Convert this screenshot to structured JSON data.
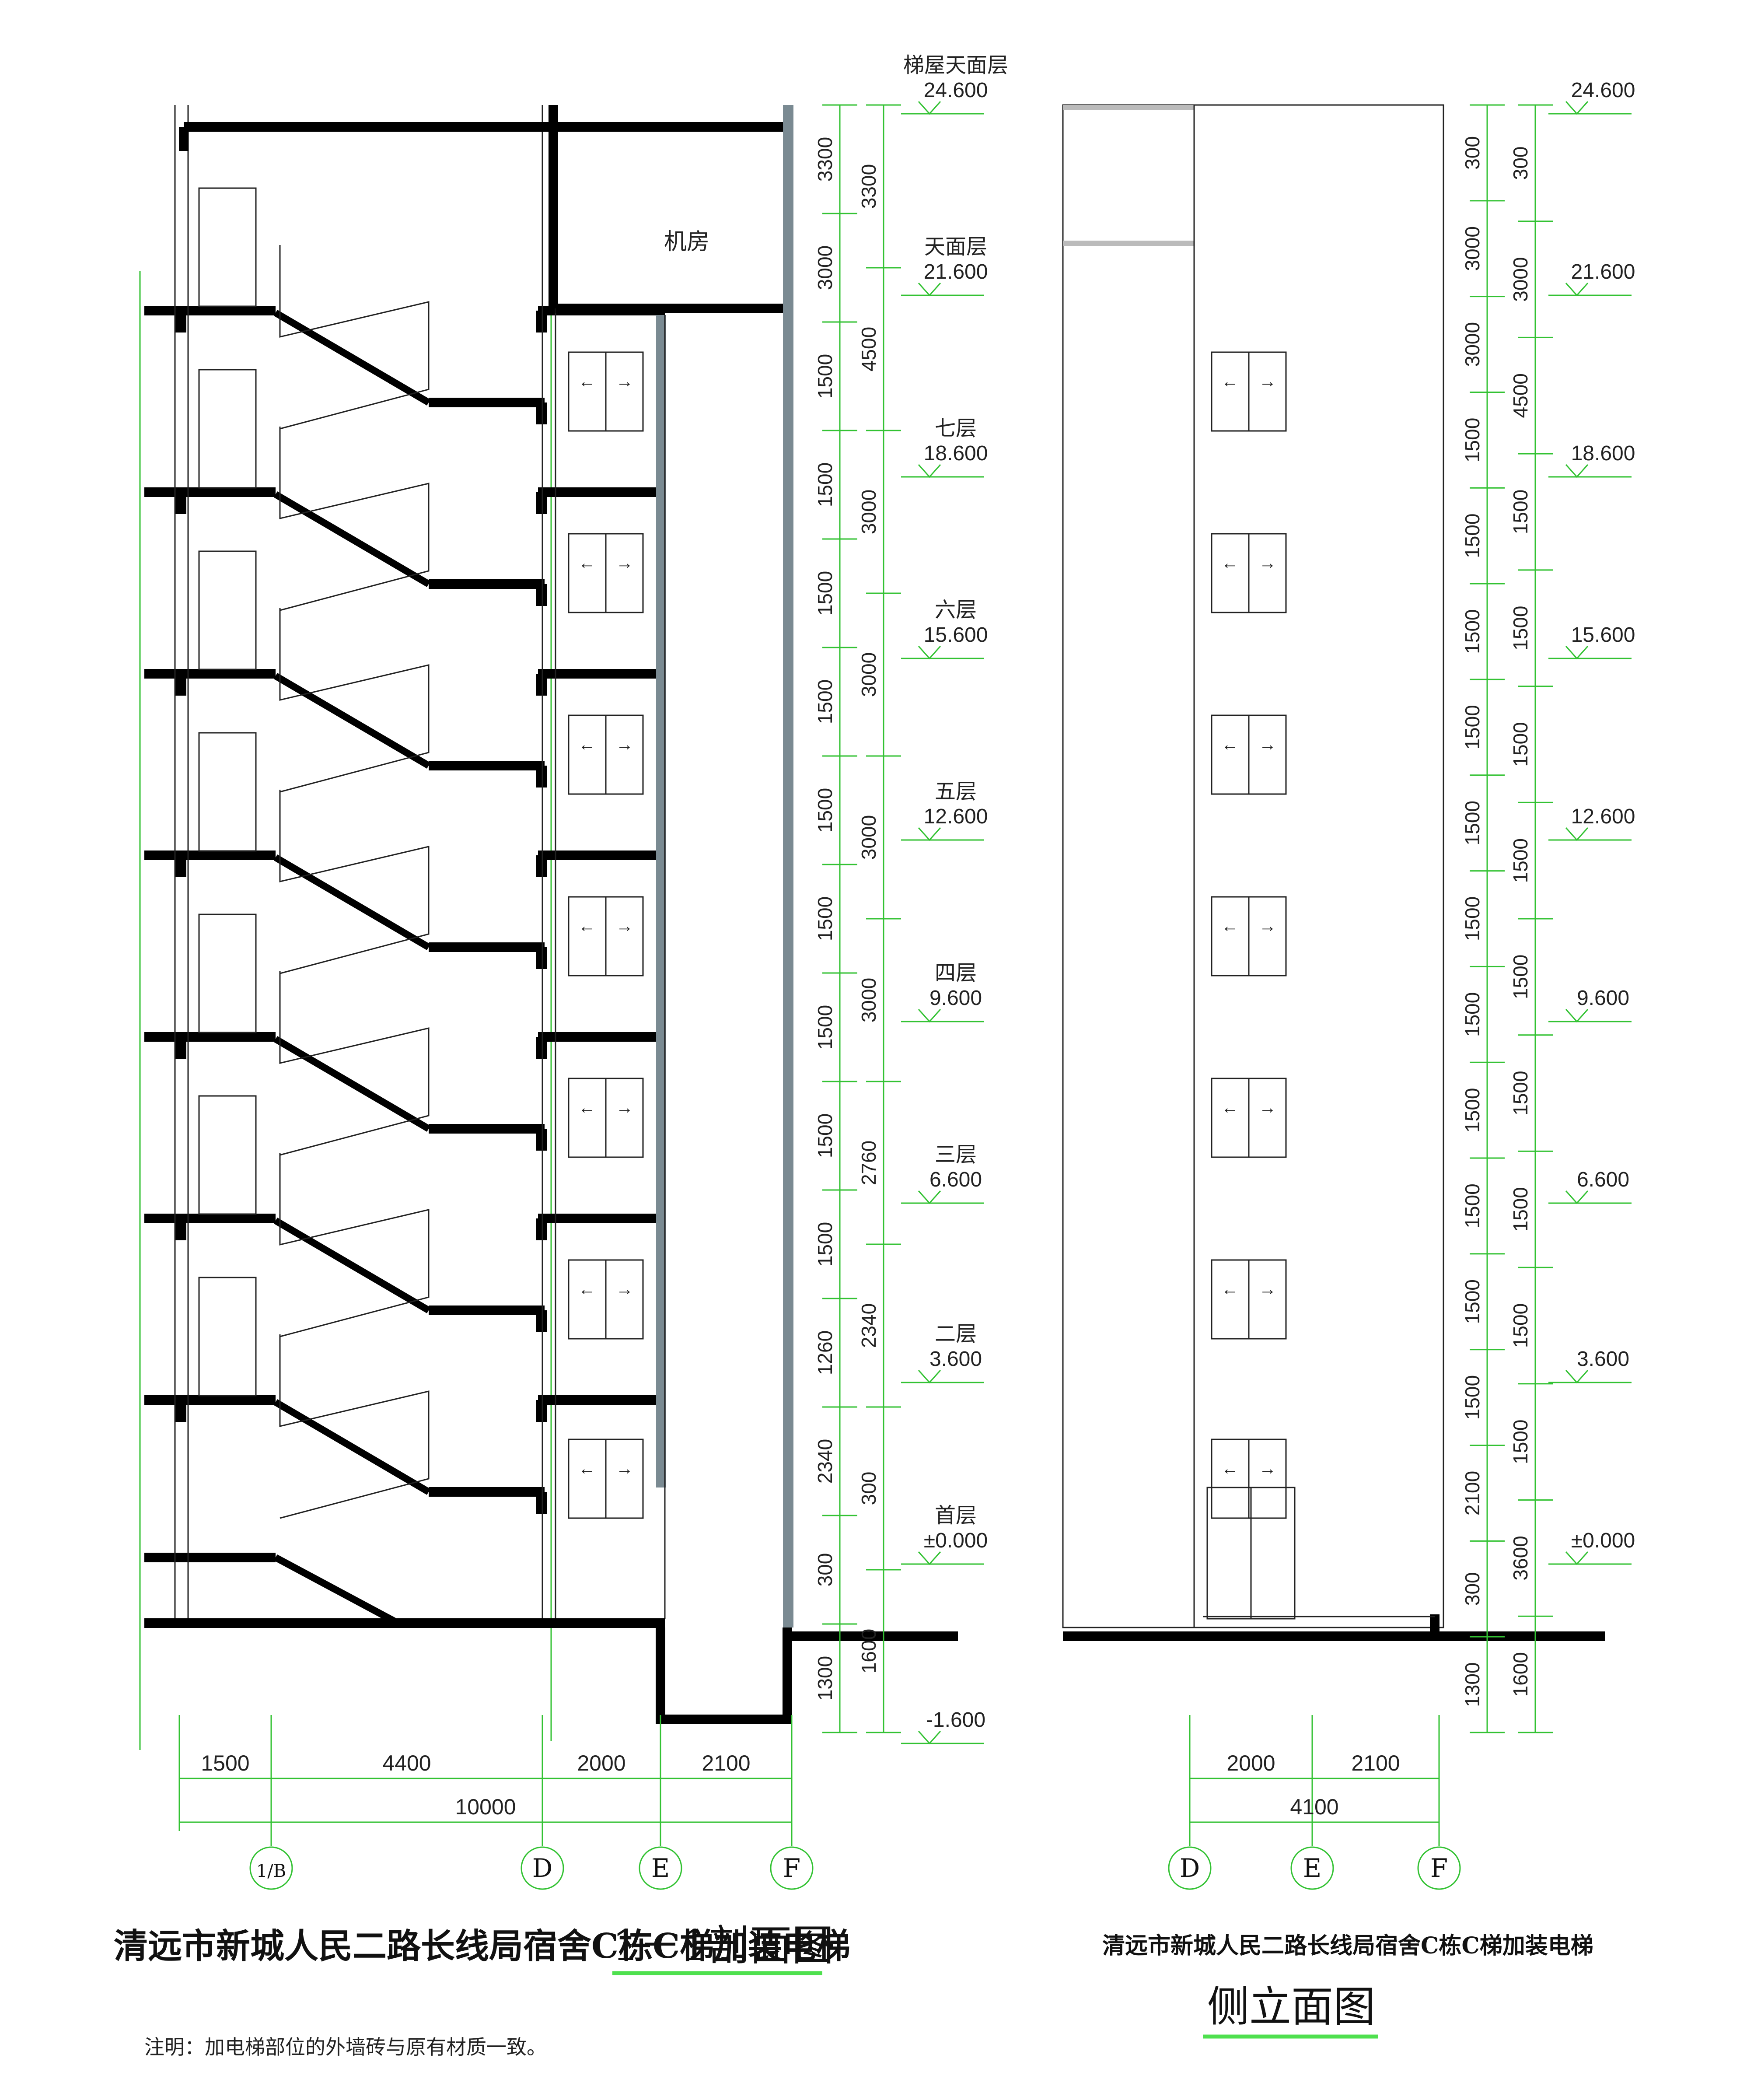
{
  "section": {
    "title_main": "清远市新城人民二路长线局宿舍C栋C梯加装电梯",
    "title_sub": "1－1剖面图",
    "room_label": "机房",
    "levels": [
      {
        "name": "梯屋天面层",
        "elev": "24.600"
      },
      {
        "name": "天面层",
        "elev": "21.600"
      },
      {
        "name": "七层",
        "elev": "18.600"
      },
      {
        "name": "六层",
        "elev": "15.600"
      },
      {
        "name": "五层",
        "elev": "12.600"
      },
      {
        "name": "四层",
        "elev": "9.600"
      },
      {
        "name": "三层",
        "elev": "6.600"
      },
      {
        "name": "二层",
        "elev": "3.600"
      },
      {
        "name": "首层",
        "elev": "±0.000"
      }
    ],
    "pit_elev": "-1.600",
    "dims_col1": [
      "3300",
      "3000",
      "1500",
      "1500",
      "1500",
      "1500",
      "1500",
      "1500",
      "1500",
      "1500",
      "1500",
      "1260",
      "2340",
      "300",
      "1300"
    ],
    "dims_col2": [
      "3300",
      "4500",
      "3000",
      "3000",
      "3000",
      "3000",
      "2760",
      "2340",
      "300",
      "1600"
    ],
    "bottom_dims": [
      "1500",
      "4400",
      "2000",
      "2100"
    ],
    "total_dim": "10000",
    "axes": [
      "1/B",
      "D",
      "E",
      "F"
    ]
  },
  "elevation": {
    "title_main": "清远市新城人民二路长线局宿舍C栋C梯加装电梯",
    "title_sub": "侧立面图",
    "elevs": [
      "24.600",
      "21.600",
      "18.600",
      "15.600",
      "12.600",
      "9.600",
      "6.600",
      "3.600",
      "±0.000"
    ],
    "dims_col1": [
      "300",
      "3000",
      "3000",
      "1500",
      "1500",
      "1500",
      "1500",
      "1500",
      "1500",
      "1500",
      "1500",
      "1500",
      "1500",
      "1500",
      "2100",
      "300",
      "1300"
    ],
    "dims_col2": [
      "300",
      "3000",
      "4500",
      "1500",
      "1500",
      "1500",
      "1500",
      "1500",
      "1500",
      "1500",
      "1500",
      "1500",
      "3600",
      "1600"
    ],
    "bottom_dims": [
      "2000",
      "2100"
    ],
    "total_dim": "4100",
    "axes": [
      "D",
      "E",
      "F"
    ]
  },
  "note": "注明：加电梯部位的外墙砖与原有材质一致。",
  "door_arrows": {
    "left": "←",
    "right": "→"
  }
}
